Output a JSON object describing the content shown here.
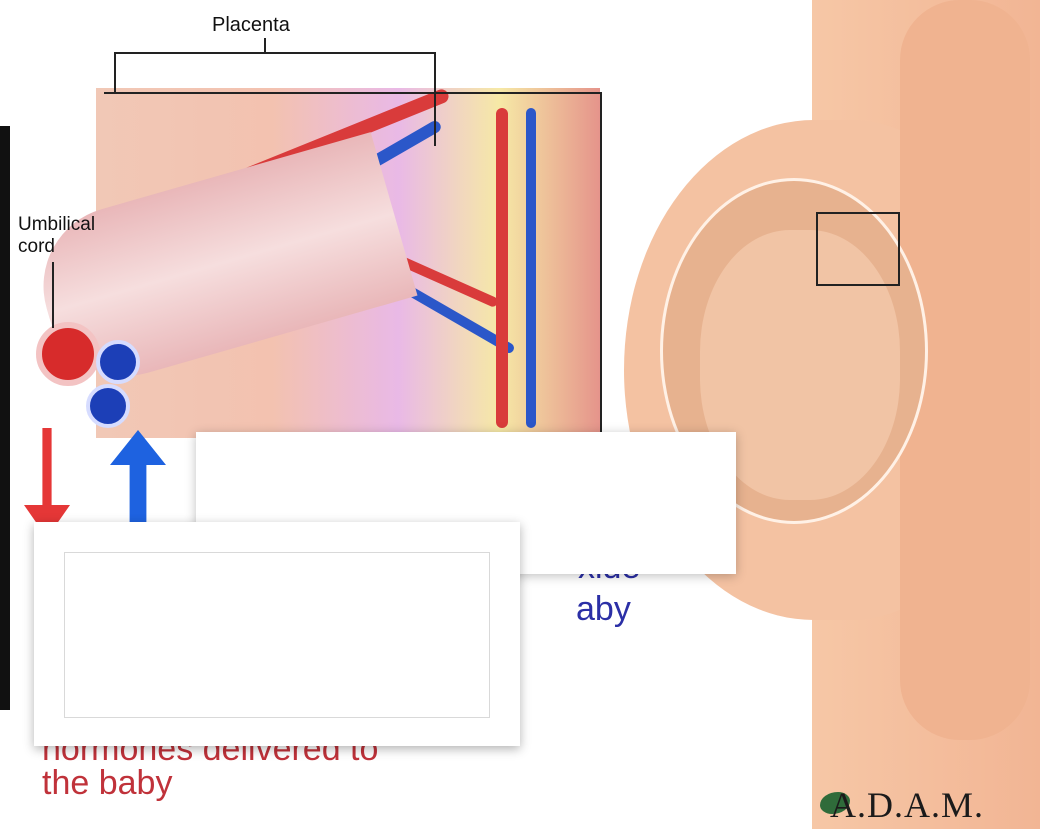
{
  "labels": {
    "placenta": "Placenta",
    "umbilical_cord": "Umbilical cord"
  },
  "captions": {
    "oxide_fragment": "xide",
    "baby_fragment": "aby",
    "hormones_line": "hormones delivered to",
    "the_baby_line": "the baby"
  },
  "logo": {
    "text": "A.D.A.M."
  },
  "colors": {
    "blood_oxygenated": "#d93b3b",
    "blood_deoxygenated": "#2b57c9",
    "caption_blue": "#2b2fa6",
    "caption_red": "#c0323a"
  }
}
